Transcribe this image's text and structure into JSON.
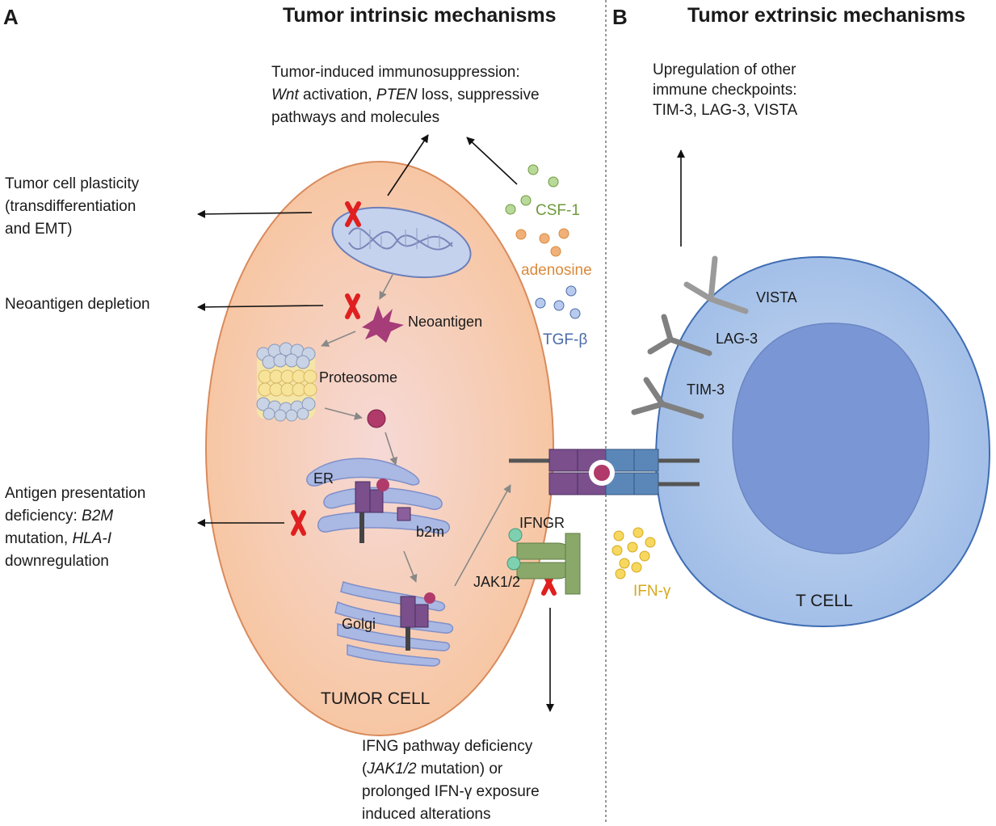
{
  "panel_a": {
    "letter": "A",
    "title": "Tumor intrinsic mechanisms",
    "immunosuppression": {
      "line1": "Tumor-induced immunosuppression:",
      "line2_italic1": "Wnt",
      "line2_text1": " activation, ",
      "line2_italic2": "PTEN",
      "line2_text2": " loss, suppressive",
      "line3": "pathways and molecules"
    },
    "plasticity": {
      "line1": "Tumor cell plasticity",
      "line2": "(transdifferentiation",
      "line3": "and EMT)"
    },
    "neoantigen_depletion": "Neoantigen depletion",
    "antigen_presentation": {
      "line1": "Antigen presentation",
      "line2_text": "deficiency: ",
      "line2_italic": "B2M",
      "line3_text": "mutation, ",
      "line3_italic": "HLA-I",
      "line4": " downregulation"
    },
    "ifng_pathway": {
      "line1": "IFNG pathway deficiency",
      "line2_paren_open": "(",
      "line2_italic": "JAK1/2",
      "line2_text": " mutation) or",
      "line3": "prolonged IFN-γ exposure",
      "line4": "induced alterations"
    },
    "labels": {
      "neoantigen": "Neoantigen",
      "proteosome": "Proteosome",
      "er": "ER",
      "b2m": "b2m",
      "golgi": "Golgi",
      "ifngr": "IFNGR",
      "jak": "JAK1/2",
      "tumor_cell": "TUMOR CELL"
    },
    "molecules": {
      "csf1": "CSF-1",
      "adenosine": "adenosine",
      "tgfb": "TGF-β",
      "ifng": "IFN-γ"
    }
  },
  "panel_b": {
    "letter": "B",
    "title": "Tumor extrinsic mechanisms",
    "checkpoints": {
      "line1": "Upregulation of other",
      "line2": "immune checkpoints:",
      "line3": "TIM-3, LAG-3, VISTA"
    },
    "labels": {
      "vista": "VISTA",
      "lag3": "LAG-3",
      "tim3": "TIM-3",
      "t_cell": "T CELL"
    }
  },
  "colors": {
    "tumor_fill": "#f7c9a6",
    "tumor_stroke": "#d98a5c",
    "tcell_fill": "#a9c4e8",
    "tcell_stroke": "#3f6db3",
    "nucleus": "#7b96d4",
    "csf1": "#6f9a3c",
    "adenosine": "#d98a3c",
    "tgfb": "#4a6aa8",
    "ifng": "#d6a81c",
    "red_x": "#e02020",
    "neoantigen": "#a63c78",
    "mhc": "#7a4f8c"
  }
}
